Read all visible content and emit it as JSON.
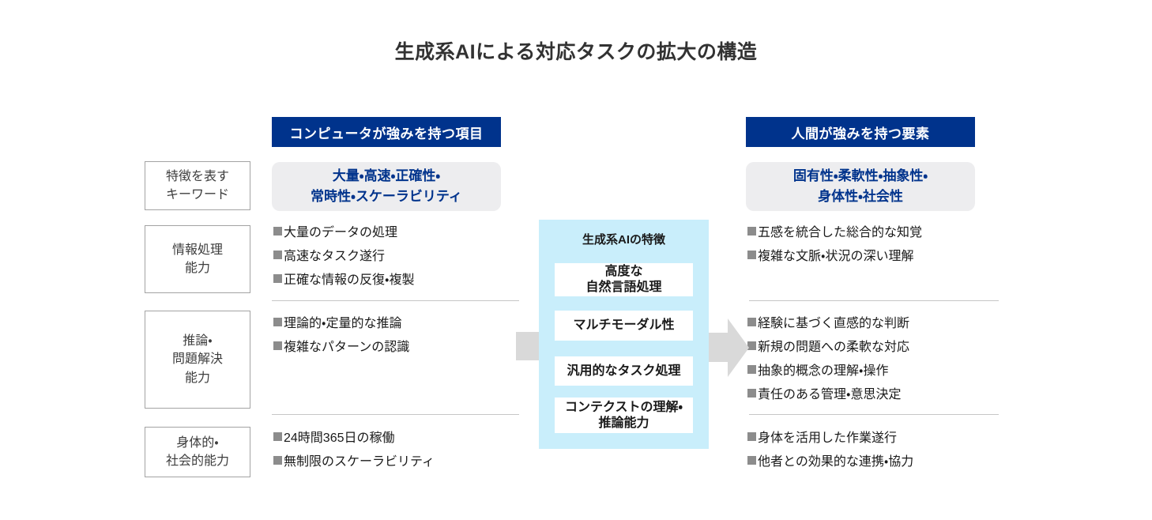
{
  "title": "生成系AIによる対応タスクの拡大の構造",
  "row_labels": {
    "keywords": "特徴を表す\nキーワード",
    "info_processing": "情報処理\n能力",
    "reasoning": "推論・\n問題解決\n能力",
    "physical_social": "身体的・\n社会的能力"
  },
  "computer": {
    "header": "コンピュータが強みを持つ項目",
    "keywords": "大量・高速・正確性・\n常時性・スケーラビリティ",
    "sections": [
      [
        "大量のデータの処理",
        "高速なタスク遂行",
        "正確な情報の反復・複製"
      ],
      [
        "理論的・定量的な推論",
        "複雑なパターンの認識"
      ],
      [
        "24時間365日の稼働",
        "無制限のスケーラビリティ"
      ]
    ]
  },
  "ai": {
    "title": "生成系AIの特徴",
    "features": [
      "高度な\n自然言語処理",
      "マルチモーダル性",
      "汎用的なタスク処理",
      "コンテクストの理解・\n推論能力"
    ]
  },
  "human": {
    "header": "人間が強みを持つ要素",
    "keywords": "固有性・柔軟性・抽象性・\n身体性・社会性",
    "sections": [
      [
        "五感を統合した総合的な知覚",
        "複雑な文脈・状況の深い理解"
      ],
      [
        "経験に基づく直感的な判断",
        "新規の問題への柔軟な対応",
        "抽象的概念の理解・操作",
        "責任のある管理・意思決定"
      ],
      [
        "身体を活用した作業遂行",
        "他者との効果的な連携・協力"
      ]
    ]
  },
  "colors": {
    "navy": "#00338c",
    "light_blue": "#c9eefb",
    "keyword_box_bg": "#ededef",
    "arrow_gray": "#d9d9d9",
    "keyword_text": "#00338c"
  }
}
